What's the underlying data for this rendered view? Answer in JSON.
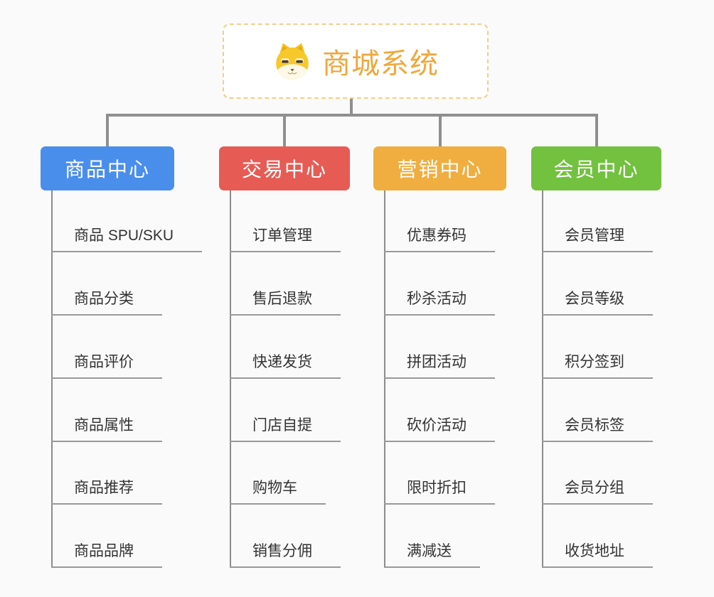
{
  "canvas": {
    "background": "#FAFAFA",
    "connector_color": "#8F8F8F",
    "underline_color": "#999999",
    "leaf_text_color": "#333333"
  },
  "root": {
    "title": "商城系统",
    "icon": "shiba-dog-icon",
    "text_color": "#F0A73C",
    "border_color": "#F3CE8C"
  },
  "branches": [
    {
      "label": "商品中心",
      "color": "#4A8EEC",
      "children": [
        "商品 SPU/SKU",
        "商品分类",
        "商品评价",
        "商品属性",
        "商品推荐",
        "商品品牌"
      ]
    },
    {
      "label": "交易中心",
      "color": "#E65C55",
      "children": [
        "订单管理",
        "售后退款",
        "快递发货",
        "门店自提",
        "购物车",
        "销售分佣"
      ]
    },
    {
      "label": "营销中心",
      "color": "#EFAE3F",
      "children": [
        "优惠券码",
        "秒杀活动",
        "拼团活动",
        "砍价活动",
        "限时折扣",
        "满减送"
      ]
    },
    {
      "label": "会员中心",
      "color": "#72C13F",
      "children": [
        "会员管理",
        "会员等级",
        "积分签到",
        "会员标签",
        "会员分组",
        "收货地址"
      ]
    }
  ]
}
